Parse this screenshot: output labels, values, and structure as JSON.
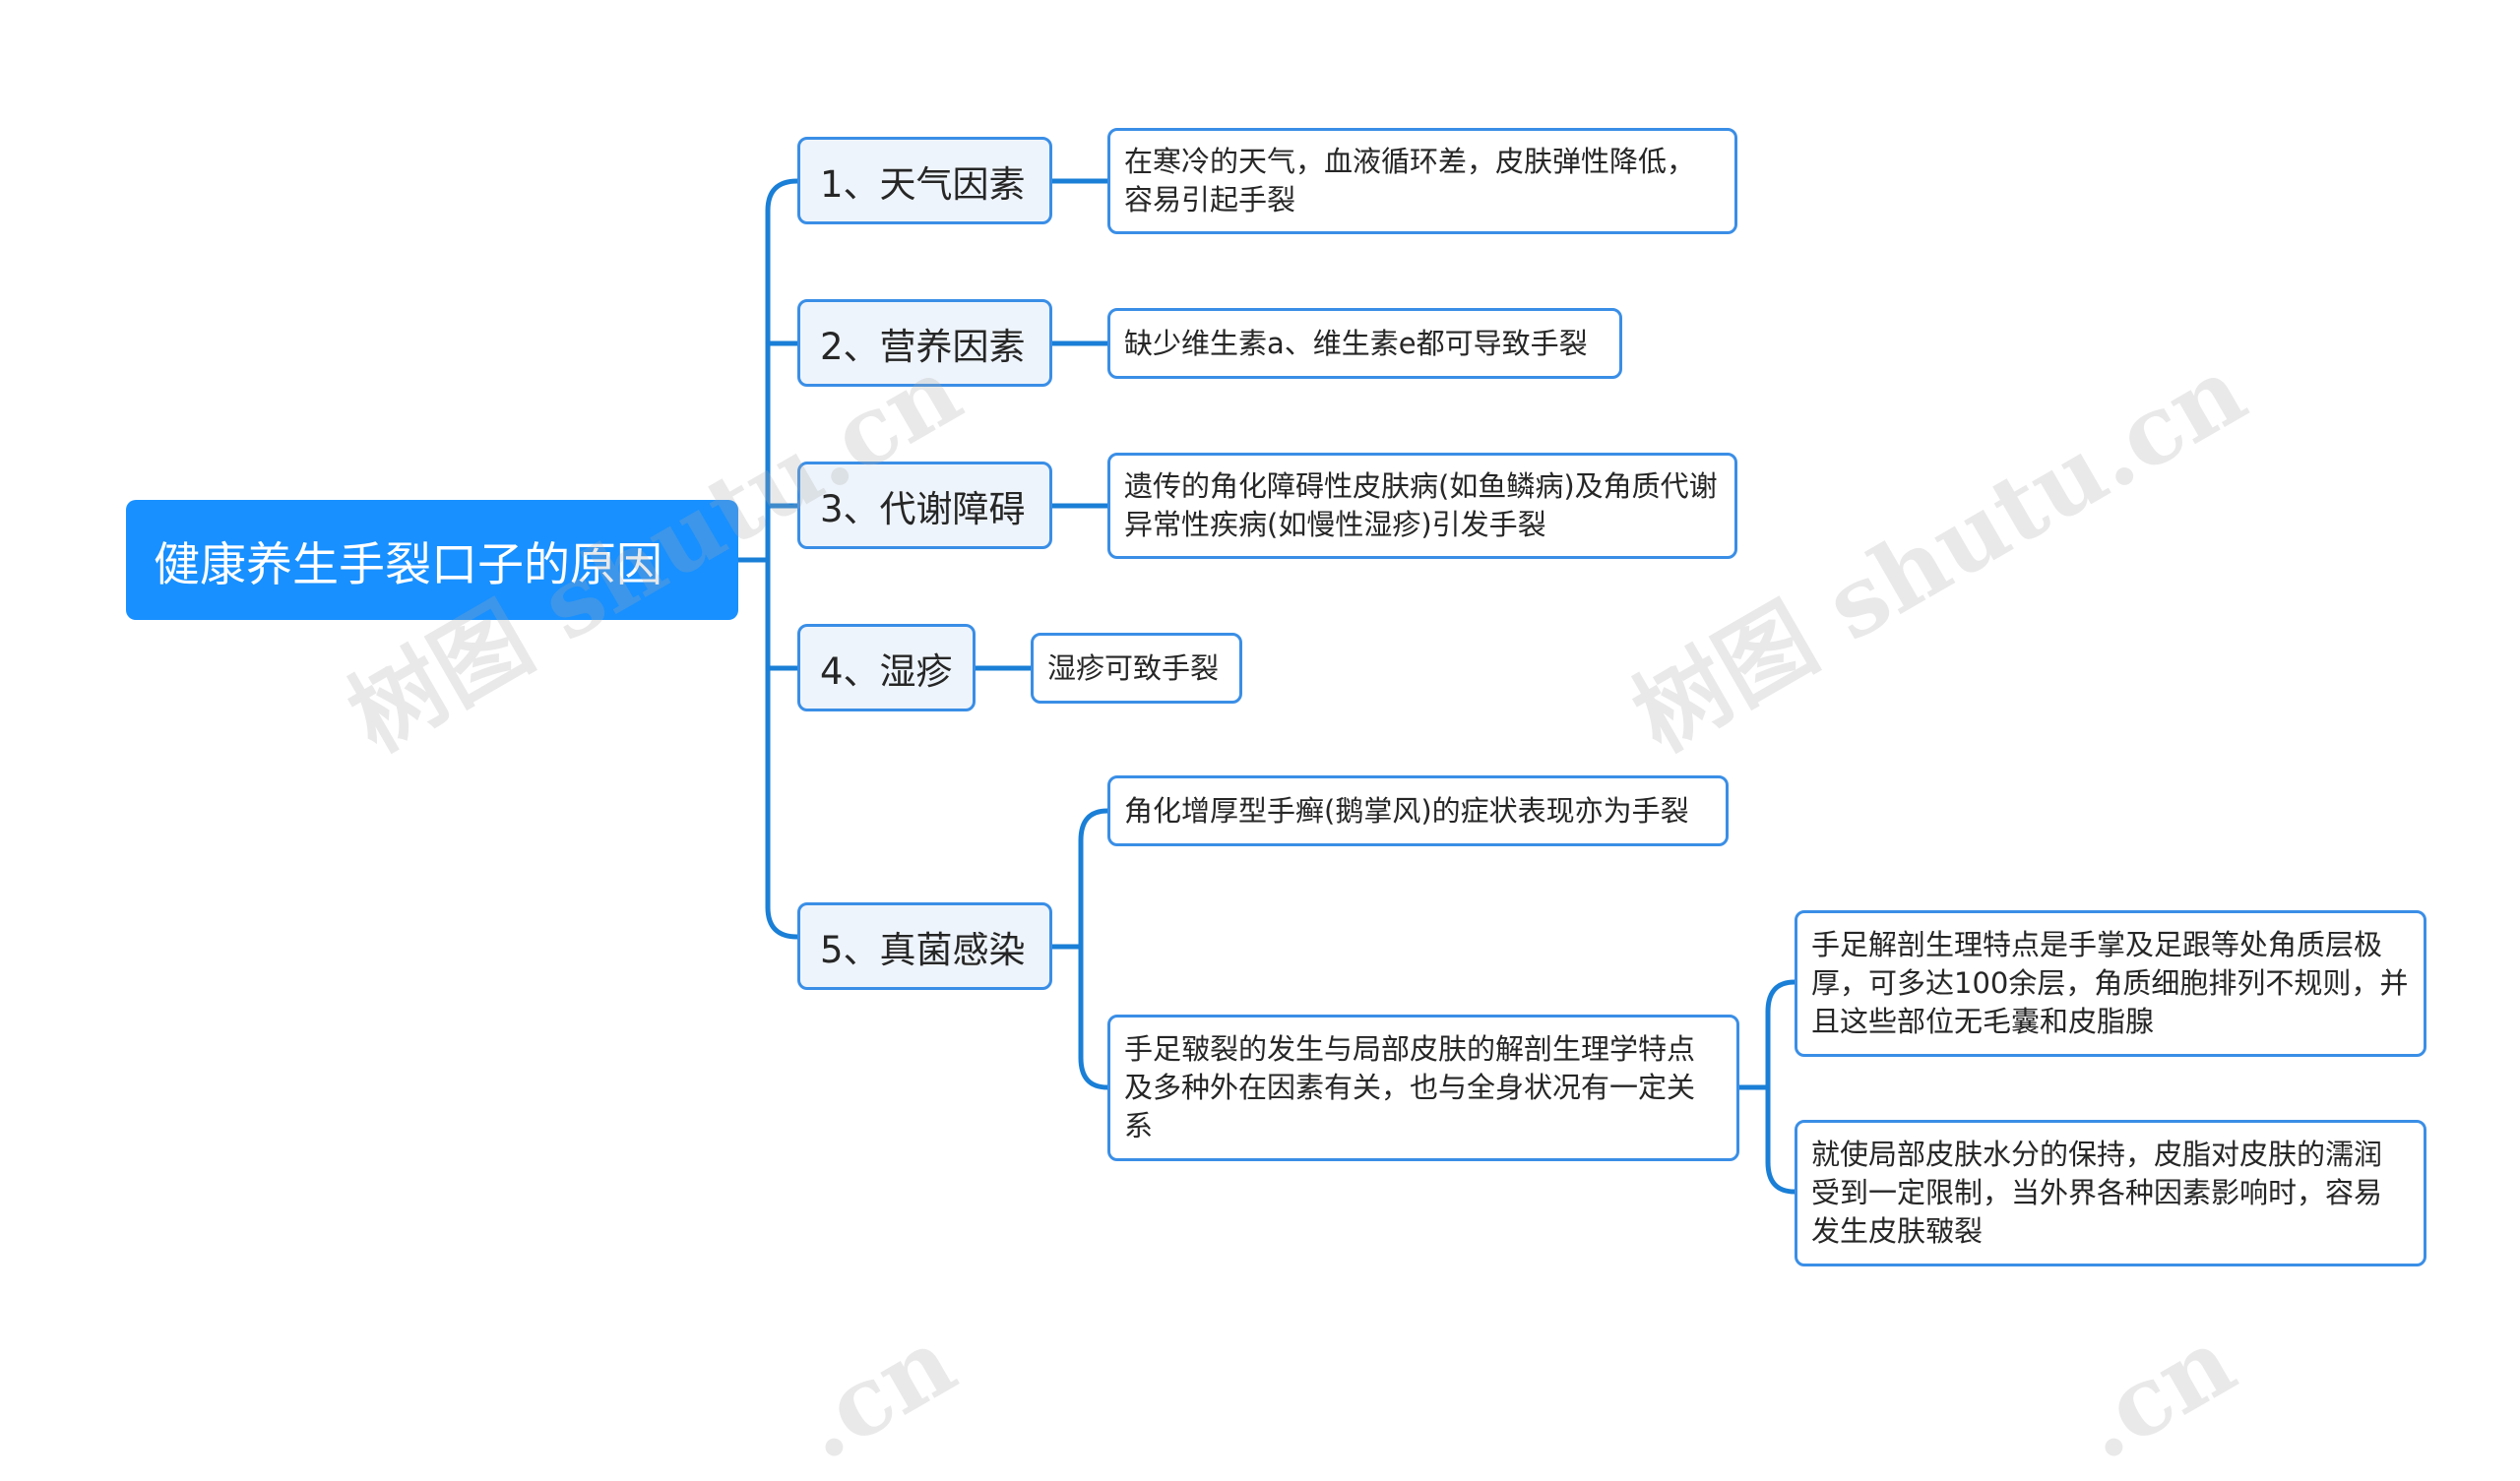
{
  "root": {
    "label": "健康养生手裂口子的原因"
  },
  "branches": [
    {
      "label": "1、天气因素",
      "details": [
        "在寒冷的天气，血液循环差，皮肤弹性降低，容易引起手裂"
      ]
    },
    {
      "label": "2、营养因素",
      "details": [
        "缺少维生素a、维生素e都可导致手裂"
      ]
    },
    {
      "label": "3、代谢障碍",
      "details": [
        "遗传的角化障碍性皮肤病(如鱼鳞病)及角质代谢异常性疾病(如慢性湿疹)引发手裂"
      ]
    },
    {
      "label": "4、湿疹",
      "details": [
        "湿疹可致手裂"
      ]
    },
    {
      "label": "5、真菌感染",
      "details": [
        "角化增厚型手癣(鹅掌风)的症状表现亦为手裂",
        "手足皲裂的发生与局部皮肤的解剖生理学特点及多种外在因素有关，也与全身状况有一定关系"
      ],
      "sub_details": [
        "手足解剖生理特点是手掌及足跟等处角质层极厚，可多达100余层，角质细胞排列不规则，并且这些部位无毛囊和皮脂腺",
        "就使局部皮肤水分的保持，皮脂对皮肤的濡润受到一定限制，当外界各种因素影响时，容易发生皮肤皲裂"
      ]
    }
  ],
  "watermark": {
    "text": "树图 shutu.cn",
    "tail_text": ".cn"
  },
  "colors": {
    "root_fill": "#1890ff",
    "line": "#1a7fd6",
    "node_border": "#3a8ee6",
    "branch_fill": "#eef4fb"
  }
}
